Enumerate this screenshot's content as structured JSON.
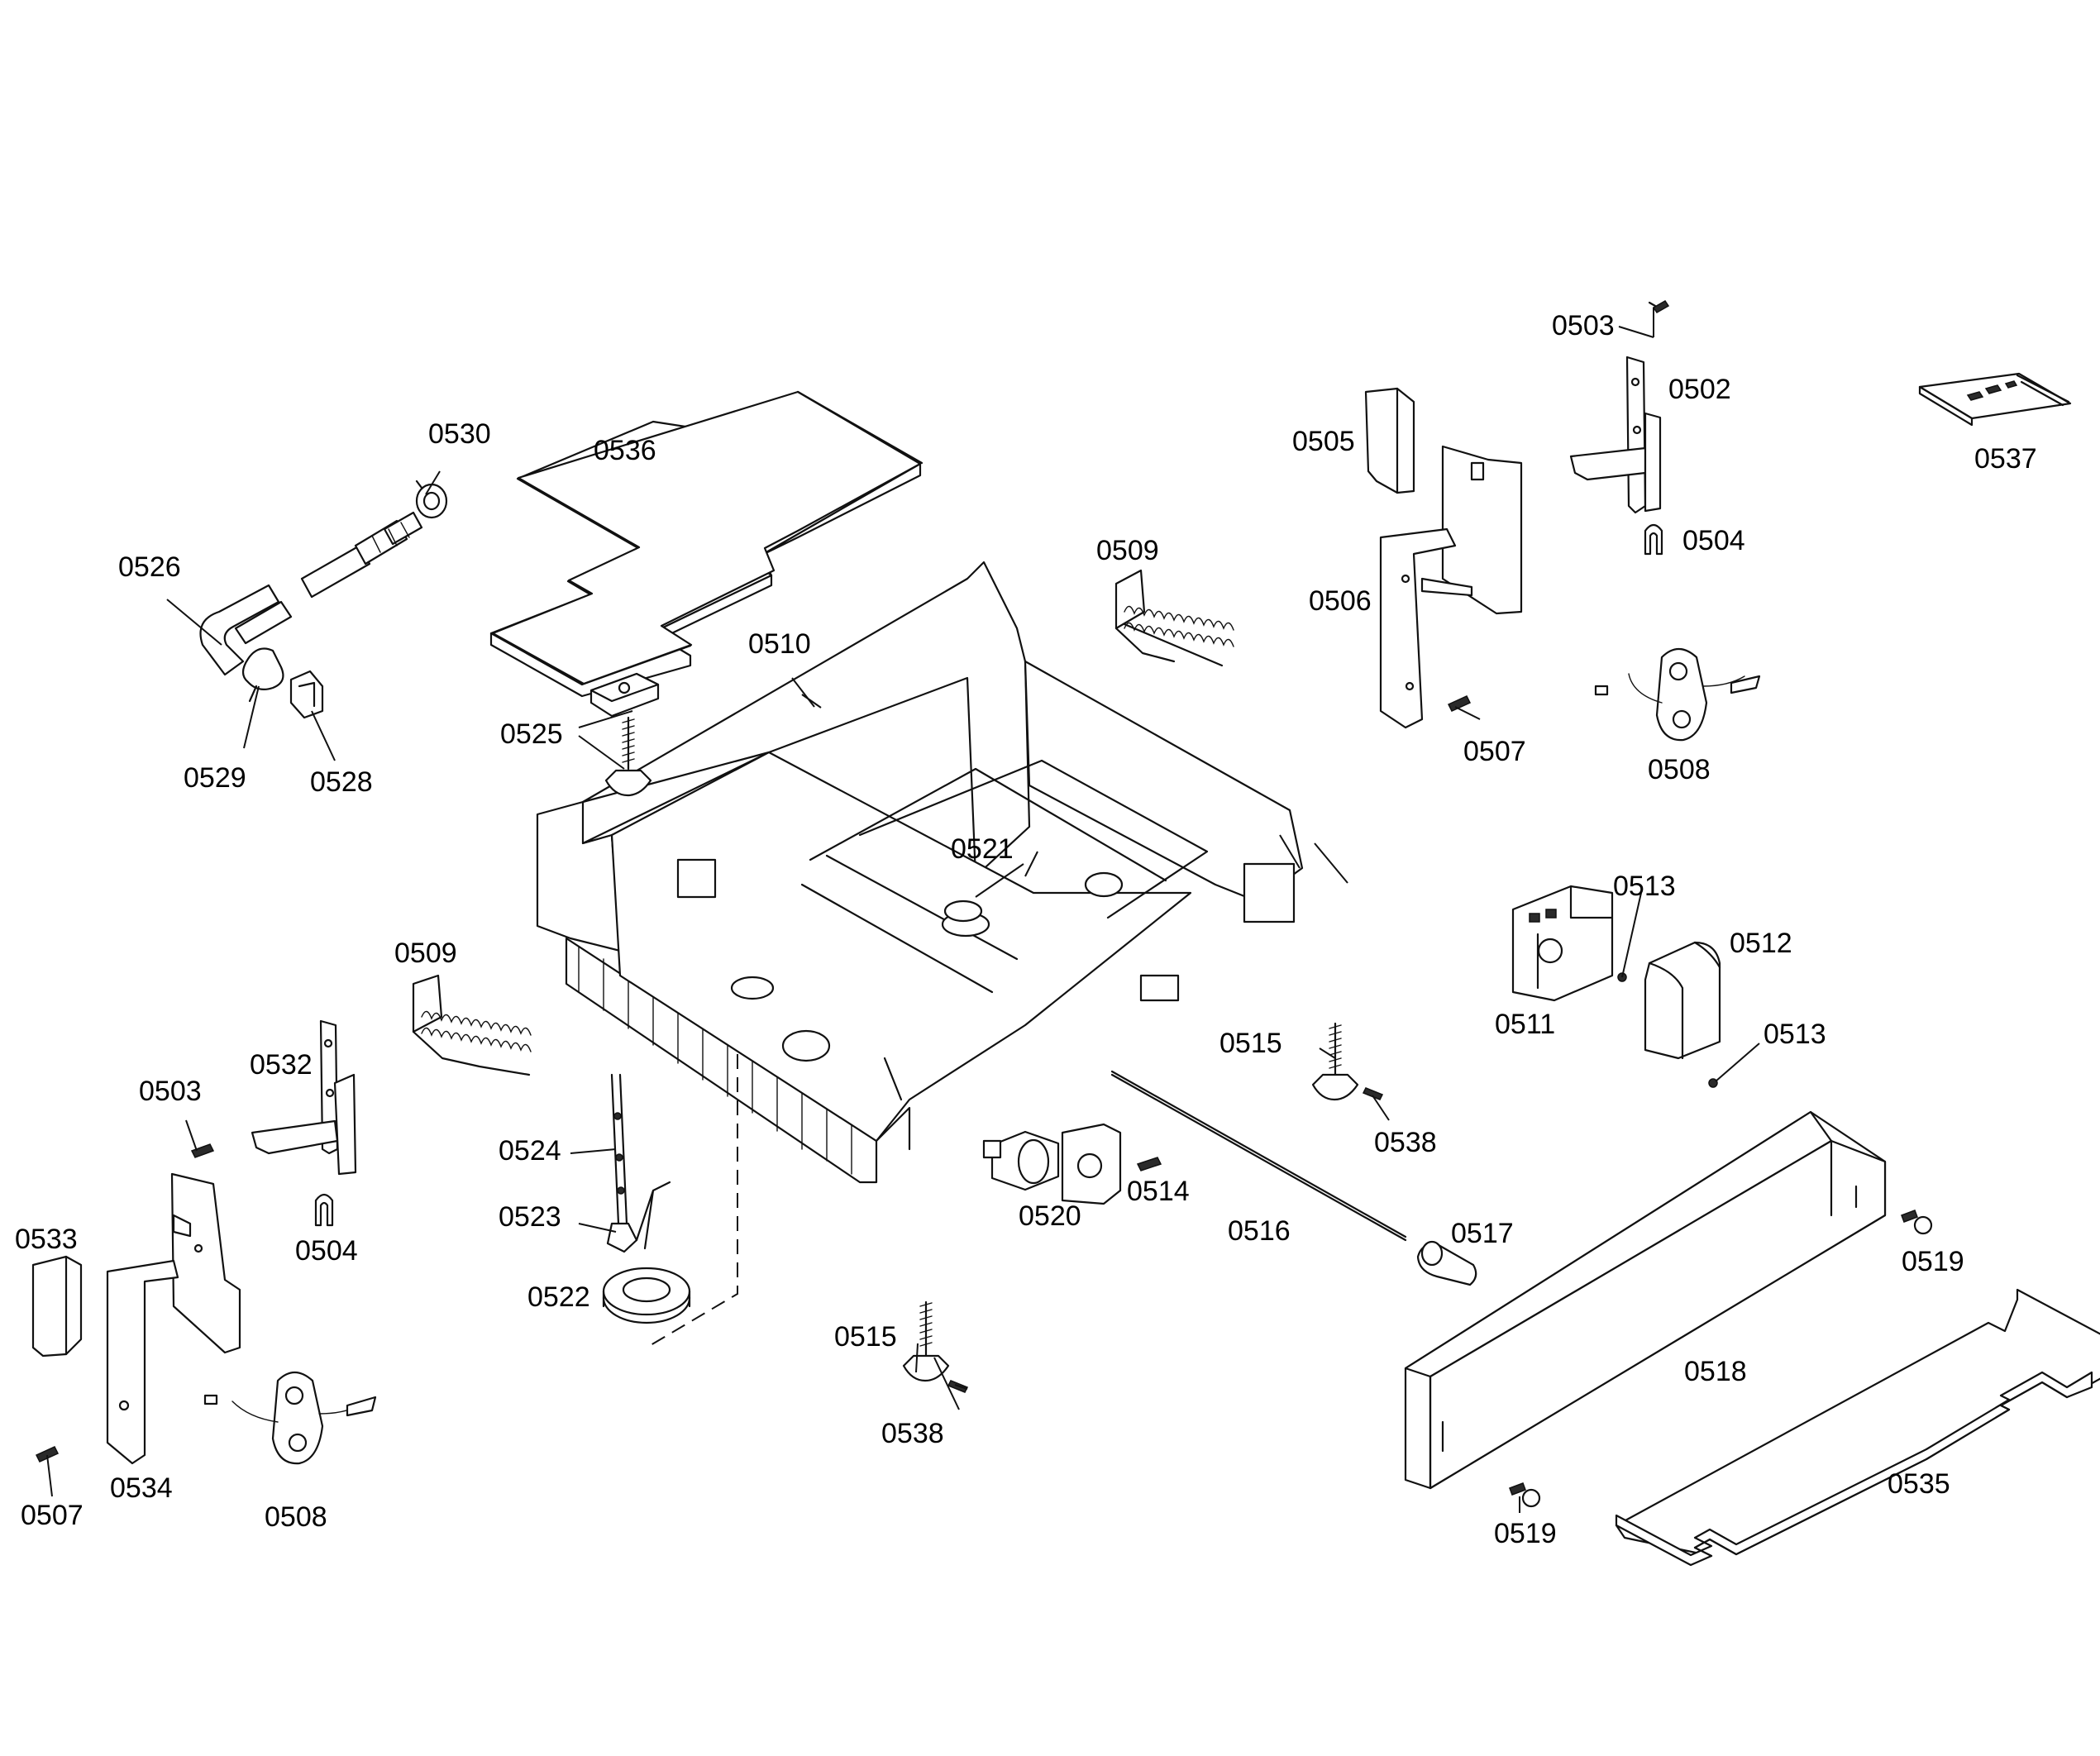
{
  "labels": {
    "l0503a": "0503",
    "l0502": "0502",
    "l0537": "0537",
    "l0505": "0505",
    "l0504a": "0504",
    "l0506": "0506",
    "l0507a": "0507",
    "l0508a": "0508",
    "l0530": "0530",
    "l0536": "0536",
    "l0526": "0526",
    "l0509a": "0509",
    "l0510": "0510",
    "l0529": "0529",
    "l0528": "0528",
    "l0525": "0525",
    "l0521": "0521",
    "l0513a": "0513",
    "l0512": "0512",
    "l0511": "0511",
    "l0513b": "0513",
    "l0509b": "0509",
    "l0532": "0532",
    "l0515a": "0515",
    "l0503b": "0503",
    "l0538a": "0538",
    "l0524": "0524",
    "l0514": "0514",
    "l0520": "0520",
    "l0516": "0516",
    "l0517": "0517",
    "l0519a": "0519",
    "l0533": "0533",
    "l0523": "0523",
    "l0504b": "0504",
    "l0522": "0522",
    "l0515b": "0515",
    "l0518": "0518",
    "l0538b": "0538",
    "l0535": "0535",
    "l0507b": "0507",
    "l0534": "0534",
    "l0508b": "0508",
    "l0519b": "0519"
  }
}
